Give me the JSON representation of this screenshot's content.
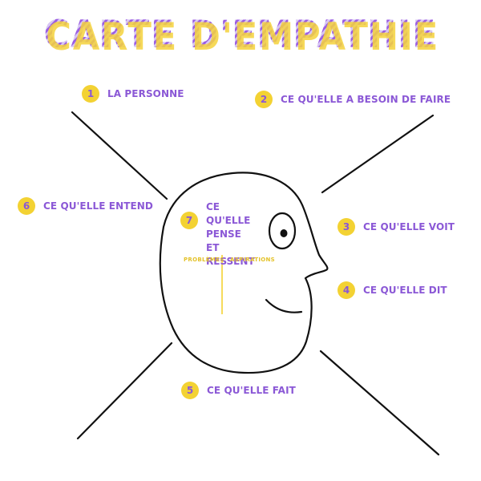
{
  "title": "CARTE D'EMPATHIE",
  "sections": [
    {
      "number": "1",
      "label": "LA PERSONNE"
    },
    {
      "number": "2",
      "label": "CE QU'ELLE A BESOIN DE FAIRE"
    },
    {
      "number": "3",
      "label": "CE QU'ELLE VOIT"
    },
    {
      "number": "4",
      "label": "CE QU'ELLE DIT"
    },
    {
      "number": "5",
      "label": "CE QU'ELLE FAIT"
    },
    {
      "number": "6",
      "label": "CE QU'ELLE ENTEND"
    },
    {
      "number": "7",
      "label": "CE QU'ELLE PENSE ET RESSENT"
    }
  ],
  "head_columns": {
    "left": "PROBLÈMES",
    "right": "ASPIRATIONS"
  },
  "colors": {
    "accent_purple": "#8b58d6",
    "badge_yellow": "#f3d233",
    "title_shadow_yellow": "#f4d23c",
    "line_black": "#111111"
  }
}
